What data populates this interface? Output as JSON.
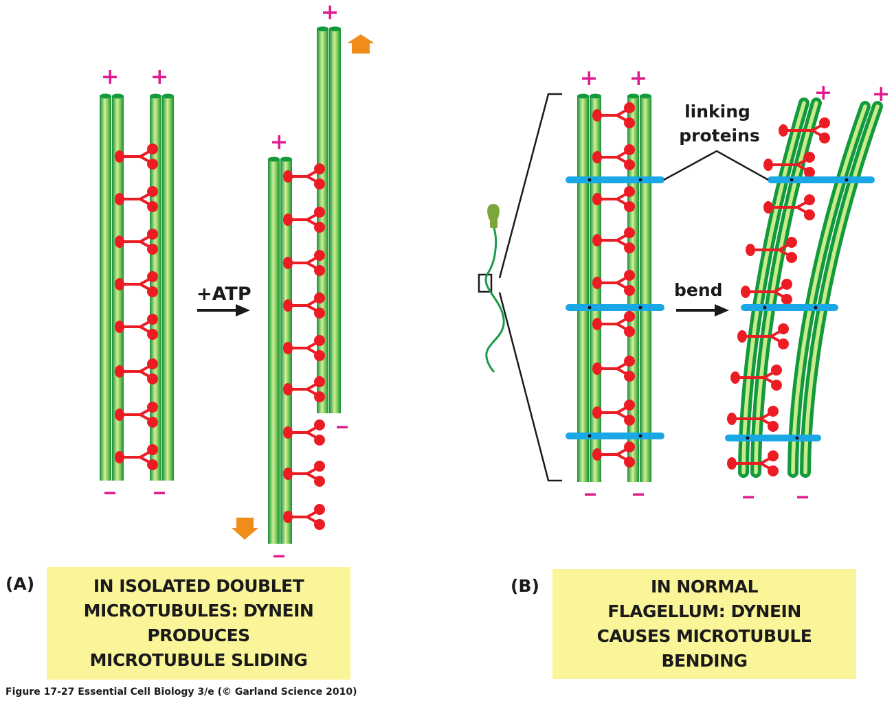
{
  "panel_a": {
    "letter": "(A)",
    "arrow_label": "+ATP",
    "plus_sign": "+",
    "minus_sign": "–",
    "caption_lines": [
      "IN ISOLATED DOUBLET",
      "MICROTUBULES: DYNEIN",
      "PRODUCES",
      "MICROTUBULE SLIDING"
    ]
  },
  "panel_b": {
    "letter": "(B)",
    "arrow_label": "bend",
    "linker_label_lines": [
      "linking",
      "proteins"
    ],
    "caption_lines": [
      "IN NORMAL",
      "FLAGELLUM: DYNEIN",
      "CAUSES MICROTUBULE",
      "BENDING"
    ]
  },
  "credit": "Figure 17-27  Essential Cell Biology 3/e (© Garland Science 2010)",
  "colors": {
    "tubule_dark": "#129a3c",
    "tubule_light": "#c8ec8c",
    "dynein": "#ec1c24",
    "linker": "#1aa7e6",
    "sign": "#e0198e",
    "arrow_orange": "#ef8c1a",
    "caption_bg": "#fbf59a"
  }
}
